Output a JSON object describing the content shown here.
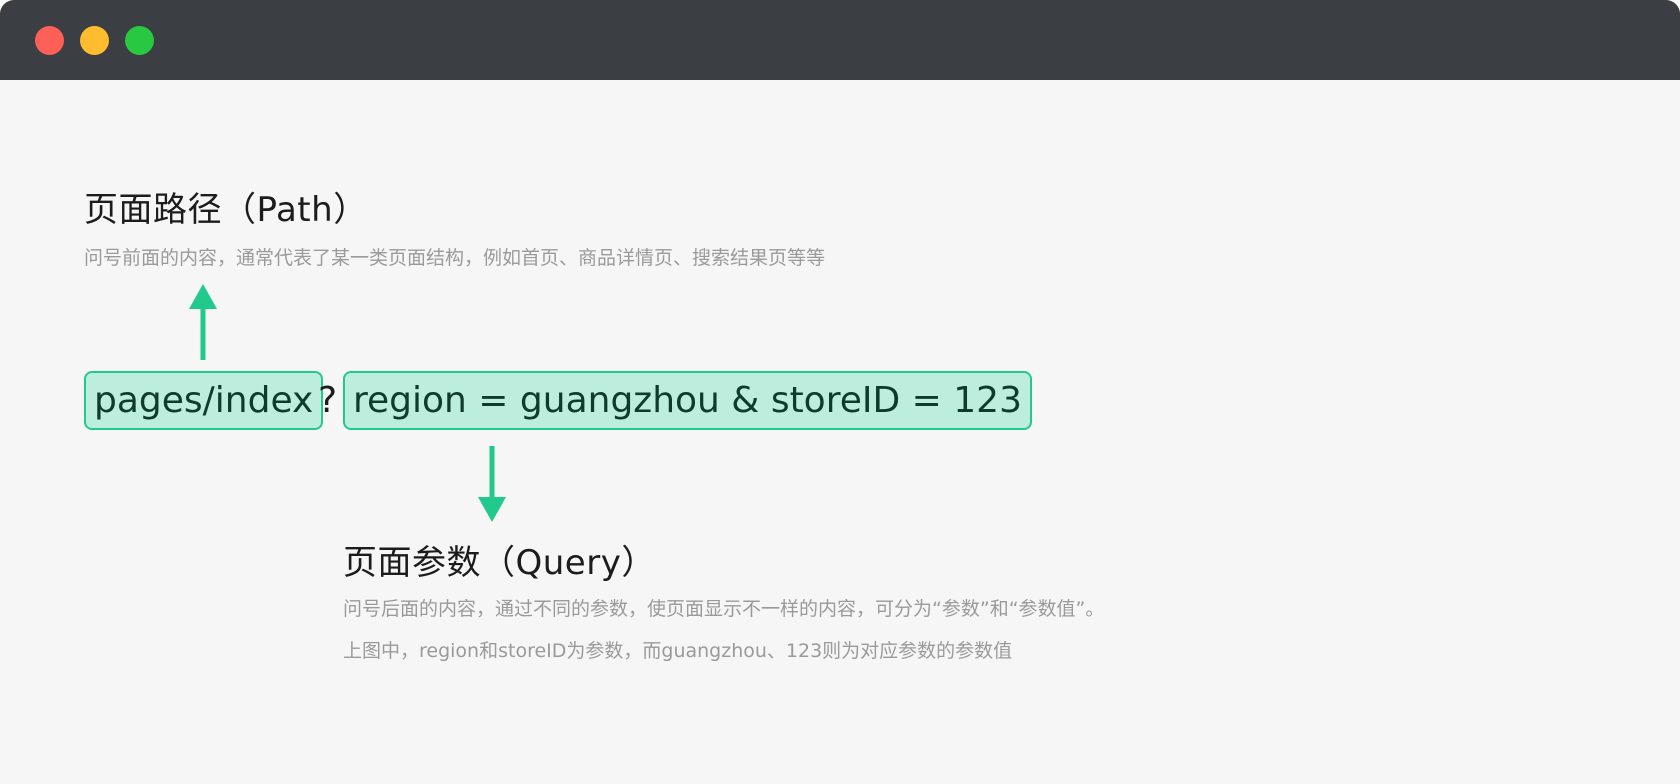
{
  "window": {
    "controls": [
      "close",
      "minimize",
      "maximize"
    ]
  },
  "path_section": {
    "title": "页面路径（Path）",
    "description": "问号前面的内容，通常代表了某一类页面结构，例如首页、商品详情页、搜索结果页等等"
  },
  "url": {
    "path": "pages/index",
    "separator": "?",
    "query": "region = guangzhou & storeID = 123"
  },
  "query_section": {
    "title": "页面参数（Query）",
    "description_1": "问号后面的内容，通过不同的参数，使页面显示不一样的内容，可分为“参数”和“参数值”。",
    "description_2": "上图中，region和storeID为参数，而guangzhou、123则为对应参数的参数值"
  },
  "colors": {
    "accent": "#22c98c",
    "box_fill": "#bdeedd",
    "titlebar": "#3b3f43"
  }
}
